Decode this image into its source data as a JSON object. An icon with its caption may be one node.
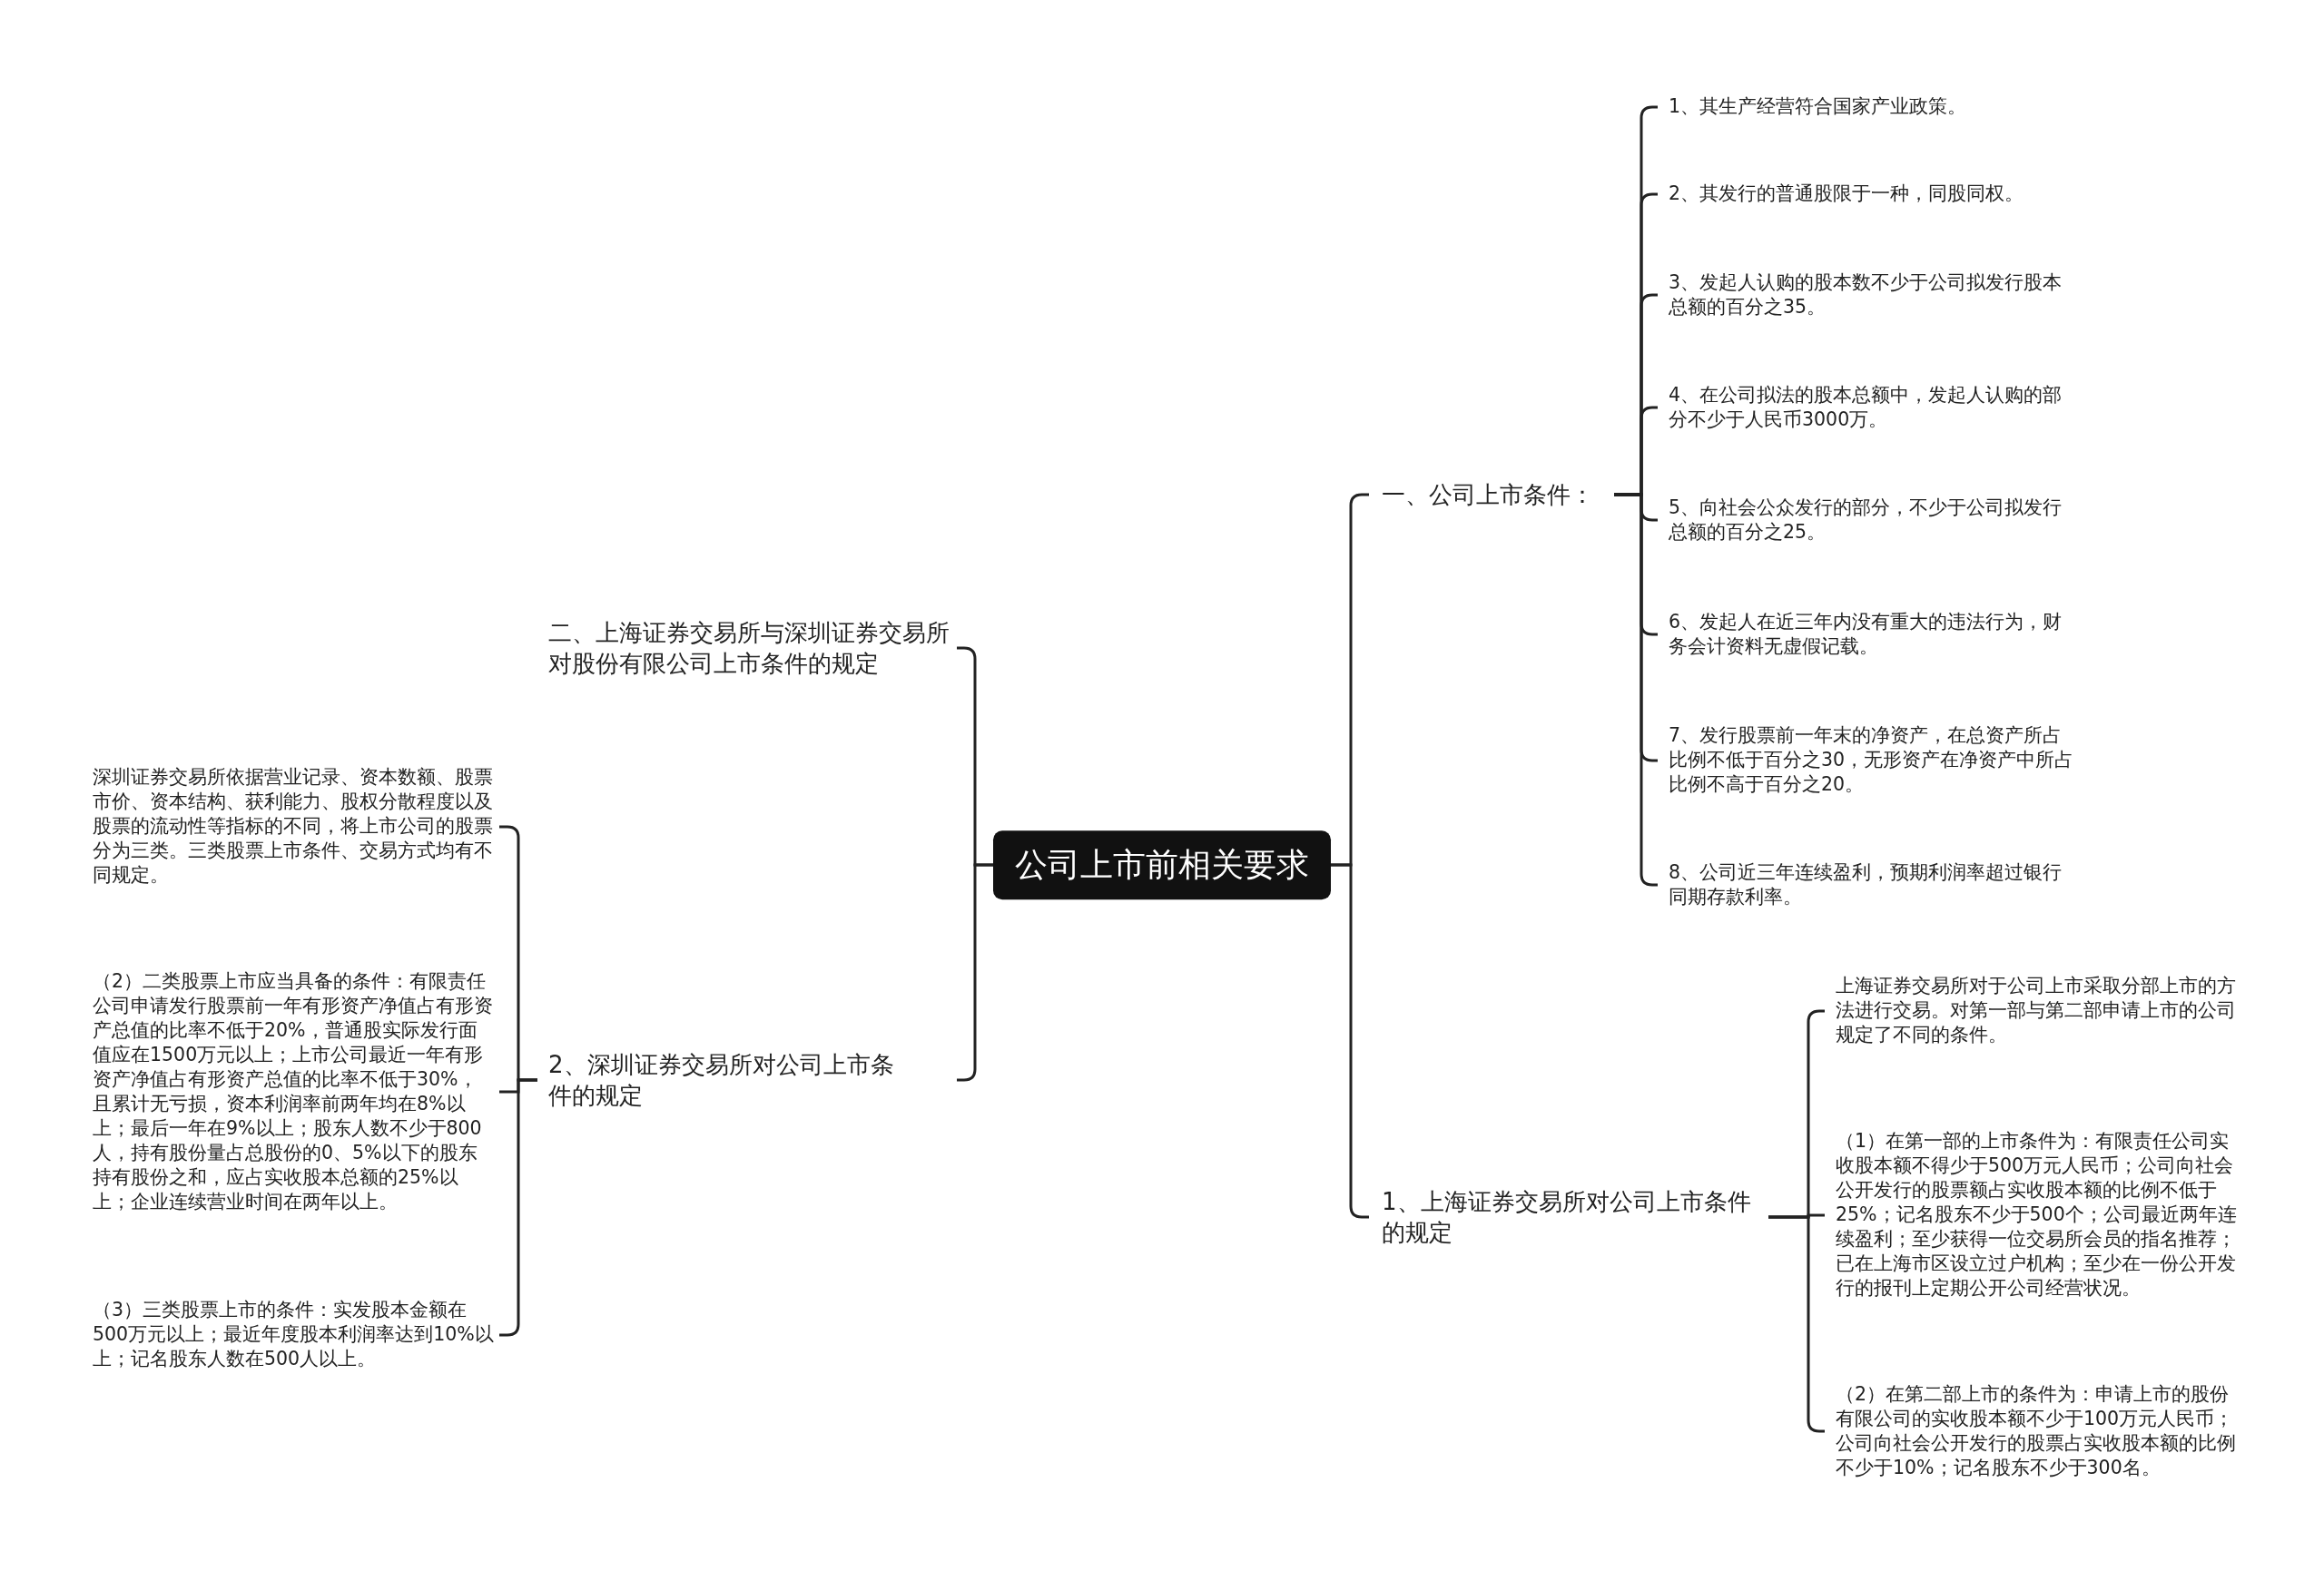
{
  "diagram": {
    "nodes": [
      {
        "text": [
          "公司上市前相关要求"
        ]
      },
      {
        "text": [
          "一、公司上市条件："
        ]
      },
      {
        "text": [
          "1、其生产经营符合国家产业政策。"
        ]
      },
      {
        "text": [
          "2、其发行的普通股限于一种，同股同权。"
        ]
      },
      {
        "text": [
          "3、发起人认购的股本数不少于公司拟发行股本总额的百分之35。"
        ]
      },
      {
        "text": [
          "4、在公司拟法的股本总额中，发起人认购的部分不少于人民币3000万。"
        ]
      },
      {
        "text": [
          "5、向社会公众发行的部分，不少于公司拟发行总额的百分之25。"
        ]
      },
      {
        "text": [
          "6、发起人在近三年内没有重大的违法行为，财务会计资料无虚假记载。"
        ]
      },
      {
        "text": [
          "7、发行股票前一年末的净资产，在总资产所占比例不低于百分之30，无形资产在净资产中所占比例不高于百分之20。"
        ]
      },
      {
        "text": [
          "8、公司近三年连续盈利，预期利润率超过银行同期存款利率。"
        ]
      },
      {
        "text": [
          "1、上海证券交易所对公司上市条件的规定"
        ]
      },
      {
        "text": [
          "上海证券交易所对于公司上市采取分部上市的方法进行交易。对第一部与第二部申请上市的公司规定了不同的条件。"
        ]
      },
      {
        "text": [
          "（1）在第一部的上市条件为：有限责任公司实收股本额不得少于500万元人民币；公司向社会公开发行的股票额占实收股本额的比例不低于25%；记名股东不少于500个；公司最近两年连续盈利；至少获得一位交易所会员的指名推荐；已在上海市区设立过户机构；至少在一份公开发行的报刊上定期公开公司经营状况。"
        ]
      },
      {
        "text": [
          "（2）在第二部上市的条件为：申请上市的股份有限公司的实收股本额不少于100万元人民币；公司向社会公开发行的股票占实收股本额的比例不少于10%；记名股东不少于300名。"
        ]
      },
      {
        "text": [
          "二、上海证券交易所与深圳证券交易所对股份有限公司上市条件的规定"
        ]
      },
      {
        "text": [
          "2、深圳证券交易所对公司上市条件的规定"
        ]
      },
      {
        "text": [
          "深圳证券交易所依据营业记录、资本数额、股票市价、资本结构、获利能力、股权分散程度以及股票的流动性等指标的不同，将上市公司的股票分为三类。三类股票上市条件、交易方式均有不同规定。"
        ]
      },
      {
        "text": [
          "（2）二类股票上市应当具备的条件：有限责任公司申请发行股票前一年有形资产净值占有形资产总值的比率不低于20%，普通股实际发行面值应在1500万元以上；上市公司最近一年有形资产净值占有形资产总值的比率不低于30%，且累计无亏损，资本利润率前两年均在8%以上；最后一年在9%以上；股东人数不少于800人，持有股份量占总股份的0、5%以下的股东持有股份之和，应占实收股本总额的25%以上；企业连续营业时间在两年以上。"
        ]
      },
      {
        "text": [
          "（3）三类股票上市的条件：实发股本金额在500万元以上；最近年度股本利润率达到10%以上；记名股东人数在500人以上。"
        ]
      }
    ],
    "edges": [
      {
        "from": 0,
        "to": 1,
        "arrow": "none"
      },
      {
        "from": 1,
        "to": 2,
        "arrow": "none"
      },
      {
        "from": 1,
        "to": 3,
        "arrow": "none"
      },
      {
        "from": 1,
        "to": 4,
        "arrow": "none"
      },
      {
        "from": 1,
        "to": 5,
        "arrow": "none"
      },
      {
        "from": 1,
        "to": 6,
        "arrow": "none"
      },
      {
        "from": 1,
        "to": 7,
        "arrow": "none"
      },
      {
        "from": 1,
        "to": 8,
        "arrow": "none"
      },
      {
        "from": 1,
        "to": 9,
        "arrow": "none"
      },
      {
        "from": 0,
        "to": 10,
        "arrow": "none"
      },
      {
        "from": 10,
        "to": 11,
        "arrow": "none"
      },
      {
        "from": 10,
        "to": 12,
        "arrow": "none"
      },
      {
        "from": 10,
        "to": 13,
        "arrow": "none"
      },
      {
        "from": 0,
        "to": 14,
        "arrow": "none"
      },
      {
        "from": 0,
        "to": 15,
        "arrow": "none"
      },
      {
        "from": 15,
        "to": 16,
        "arrow": "none"
      },
      {
        "from": 15,
        "to": 17,
        "arrow": "none"
      },
      {
        "from": 15,
        "to": 18,
        "arrow": "none"
      }
    ]
  }
}
